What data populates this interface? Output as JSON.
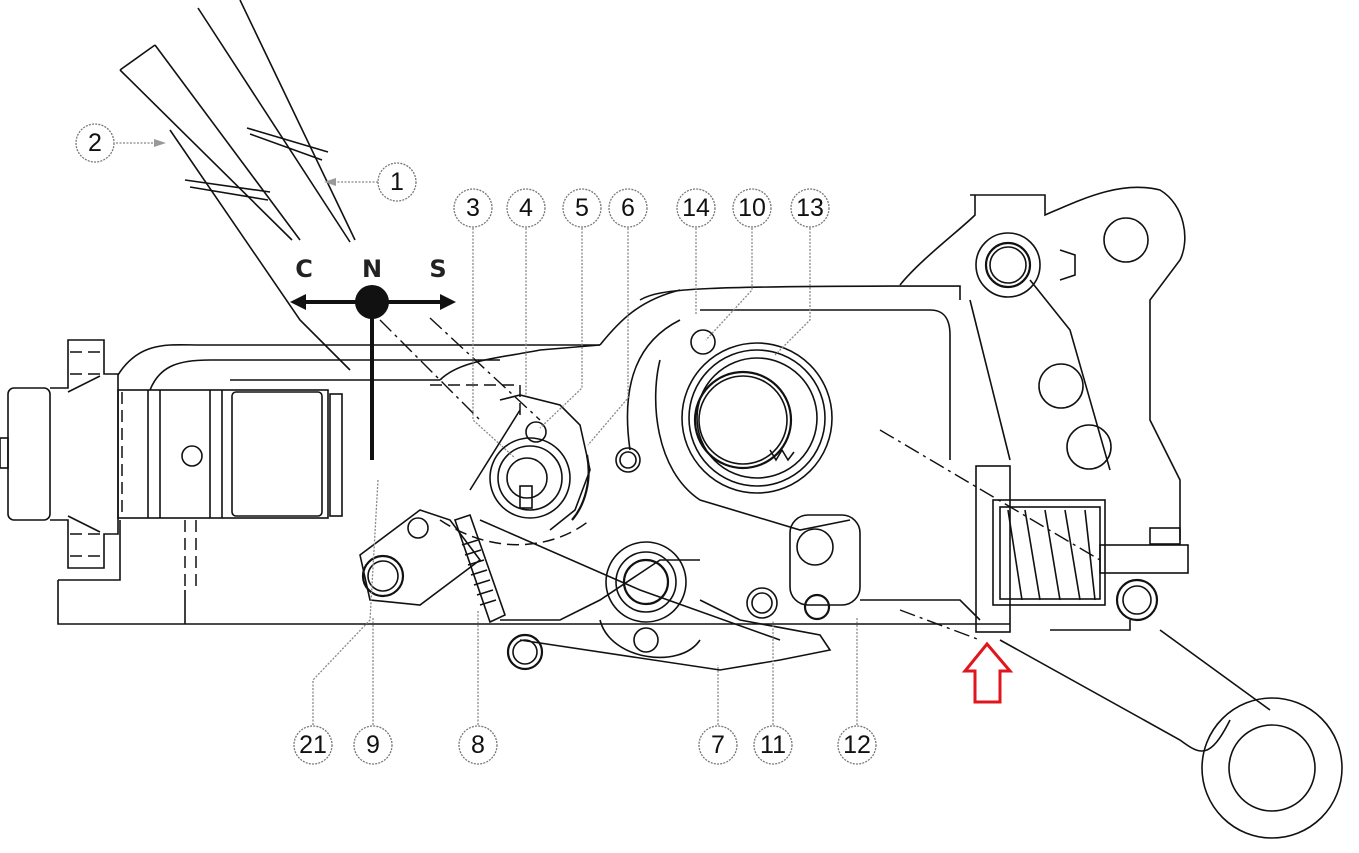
{
  "diagram": {
    "type": "mechanical assembly drawing",
    "lever_positions": {
      "left": "C",
      "center": "N",
      "right": "S"
    },
    "callouts": [
      {
        "id": "1",
        "label": "1"
      },
      {
        "id": "2",
        "label": "2"
      },
      {
        "id": "3",
        "label": "3"
      },
      {
        "id": "4",
        "label": "4"
      },
      {
        "id": "5",
        "label": "5"
      },
      {
        "id": "6",
        "label": "6"
      },
      {
        "id": "14",
        "label": "14"
      },
      {
        "id": "10",
        "label": "10"
      },
      {
        "id": "13",
        "label": "13"
      },
      {
        "id": "21",
        "label": "21"
      },
      {
        "id": "9",
        "label": "9"
      },
      {
        "id": "8",
        "label": "8"
      },
      {
        "id": "7",
        "label": "7"
      },
      {
        "id": "11",
        "label": "11"
      },
      {
        "id": "12",
        "label": "12"
      }
    ],
    "highlight_arrow_color": "#e0161c",
    "line_color": "#111111"
  }
}
